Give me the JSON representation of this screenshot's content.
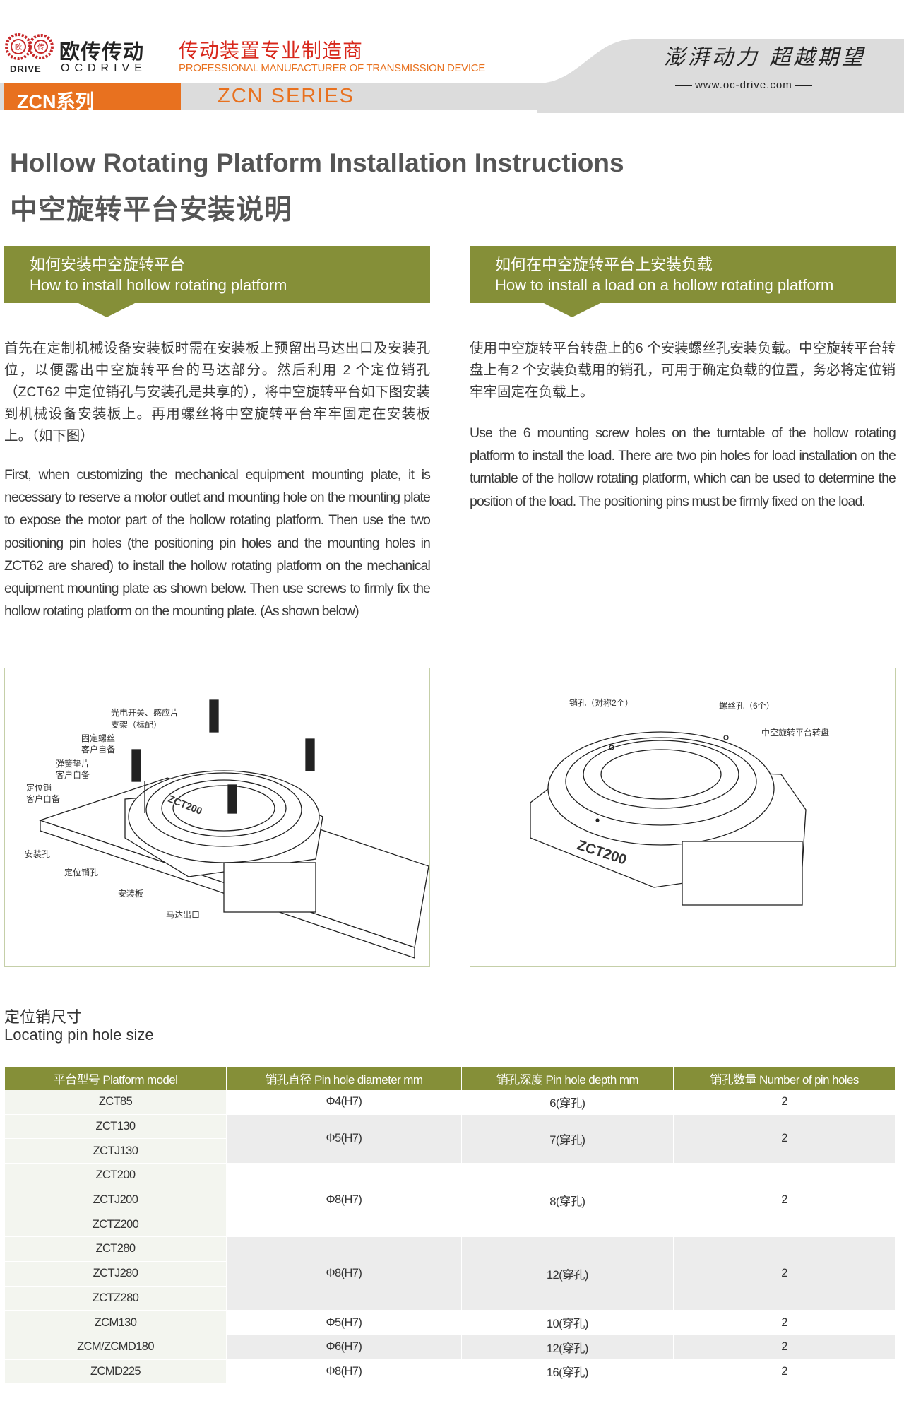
{
  "header": {
    "logo_cn": "欧传传动",
    "logo_drive": "DRIVE",
    "logo_ocdrive": "OCDRIVE",
    "logo_badge_left": "欧",
    "logo_badge_right": "传",
    "tagline_cn": "传动装置专业制造商",
    "tagline_en": "PROFESSIONAL MANUFACTURER OF TRANSMISSION DEVICE",
    "series_cn": "ZCN系列",
    "series_en": "ZCN SERIES",
    "slogan": "澎湃动力 超越期望",
    "url": "www.oc-drive.com",
    "colors": {
      "orange": "#e8711f",
      "red": "#d8281c",
      "gray": "#dcdcdc"
    }
  },
  "title": {
    "en": "Hollow Rotating Platform Installation Instructions",
    "cn": "中空旋转平台安装说明"
  },
  "left": {
    "heading_cn": "如何安装中空旋转平台",
    "heading_en": "How to install hollow rotating platform",
    "para_cn": "首先在定制机械设备安装板时需在安装板上预留出马达出口及安装孔位，以便露出中空旋转平台的马达部分。然后利用 2 个定位销孔（ZCT62 中定位销孔与安装孔是共享的），将中空旋转平台如下图安装到机械设备安装板上。再用螺丝将中空旋转平台牢牢固定在安装板上。（如下图）",
    "para_en": "First, when customizing the mechanical equipment mounting plate, it is necessary to reserve a motor outlet and mounting hole on the mounting plate to expose the motor part of the hollow rotating platform. Then use the two positioning pin holes (the positioning pin holes and the mounting holes in ZCT62 are shared) to install the hollow rotating platform on the mechanical equipment mounting plate as shown below. Then use screws to firmly fix the hollow rotating platform on the mounting plate. (As shown below)",
    "figure_labels": {
      "sensor1": "光电开关、感应片",
      "sensor2": "支架（标配）",
      "screw1": "固定螺丝",
      "screw2": "客户自备",
      "washer1": "弹簧垫片",
      "washer2": "客户自备",
      "pin1": "定位销",
      "pin2": "客户自备",
      "mount_hole": "安装孔",
      "pin_hole": "定位销孔",
      "plate": "安装板",
      "motor_outlet": "马达出口",
      "model": "ZCT200"
    }
  },
  "right": {
    "heading_cn": "如何在中空旋转平台上安装负载",
    "heading_en": "How to install a load on a hollow rotating platform",
    "para_cn": "使用中空旋转平台转盘上的6 个安装螺丝孔安装负载。中空旋转平台转盘上有2 个安装负载用的销孔，可用于确定负载的位置，务必将定位销牢牢固定在负载上。",
    "para_en": "Use the 6 mounting screw holes on the turntable of the hollow rotating platform to install the load. There are two pin holes for load installation on the turntable of the hollow rotating platform, which can be used to determine the position of the load. The positioning pins must be firmly fixed on the load.",
    "figure_labels": {
      "pin_hole": "销孔（对称2个）",
      "screw_hole": "螺丝孔（6个）",
      "turntable": "中空旋转平台转盘",
      "model": "ZCT200"
    }
  },
  "section": {
    "cn": "定位销尺寸",
    "en": "Locating pin hole size"
  },
  "table": {
    "headers": [
      "平台型号  Platform model",
      "销孔直径 Pin hole diameter mm",
      "销孔深度 Pin hole depth mm",
      "销孔数量 Number of pin holes"
    ],
    "models": [
      "ZCT85",
      "ZCT130",
      "ZCTJ130",
      "ZCT200",
      "ZCTJ200",
      "ZCTZ200",
      "ZCT280",
      "ZCTJ280",
      "ZCTZ280",
      "ZCM130",
      "ZCM/ZCMD180",
      "ZCMD225"
    ],
    "groups": [
      {
        "diameter": "Φ4(H7)",
        "depth": "6(穿孔)",
        "count": "2"
      },
      {
        "diameter": "Φ5(H7)",
        "depth": "7(穿孔)",
        "count": "2"
      },
      {
        "diameter": "Φ8(H7)",
        "depth": "8(穿孔)",
        "count": "2"
      },
      {
        "diameter": "Φ8(H7)",
        "depth": "12(穿孔)",
        "count": "2"
      },
      {
        "diameter": "Φ5(H7)",
        "depth": "10(穿孔)",
        "count": "2"
      },
      {
        "diameter": "Φ6(H7)",
        "depth": "12(穿孔)",
        "count": "2"
      },
      {
        "diameter": "Φ8(H7)",
        "depth": "16(穿孔)",
        "count": "2"
      }
    ],
    "header_color": "#858f38"
  }
}
